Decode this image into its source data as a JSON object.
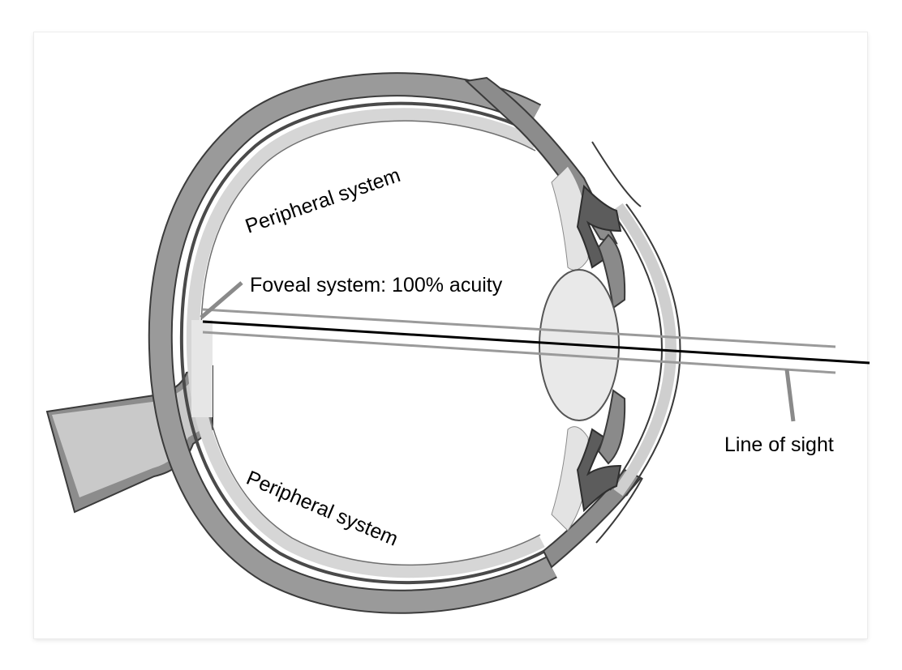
{
  "labels": {
    "peripheral_top": "Peripheral system",
    "peripheral_bottom": "Peripheral system",
    "foveal": "Foveal system:  100% acuity",
    "line_of_sight": "Line of sight"
  },
  "colors": {
    "tissue": "#8c8c8c",
    "tissue_light": "#c4c4c4",
    "retina": "#d6d6d6",
    "lens": "#e9e9e9",
    "sight_line": "#000000",
    "visual_axis": "#9a9a9a"
  }
}
